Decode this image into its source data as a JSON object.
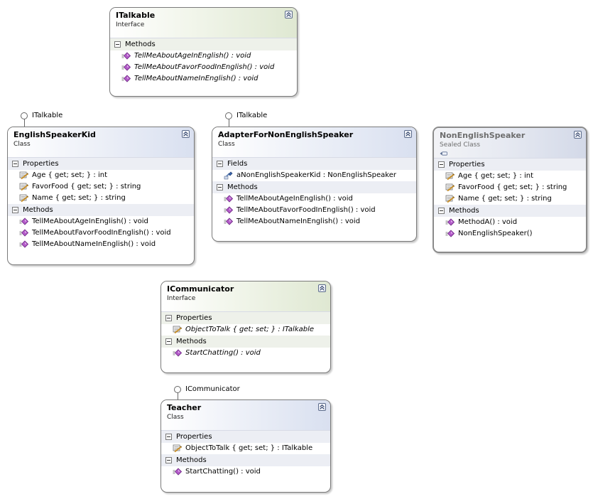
{
  "shapes": {
    "italkable": {
      "name": "ITalkable",
      "kind": "Interface",
      "methods_label": "Methods",
      "methods": [
        "TellMeAboutAgeInEnglish() : void",
        "TellMeAboutFavorFoodInEnglish() : void",
        "TellMeAboutNameInEnglish() : void"
      ]
    },
    "english_speaker_kid": {
      "name": "EnglishSpeakerKid",
      "kind": "Class",
      "lollipop": "ITalkable",
      "properties_label": "Properties",
      "properties": [
        "Age { get; set; } : int",
        "FavorFood { get; set; } : string",
        "Name { get; set; } : string"
      ],
      "methods_label": "Methods",
      "methods": [
        "TellMeAboutAgeInEnglish() : void",
        "TellMeAboutFavorFoodInEnglish() : void",
        "TellMeAboutNameInEnglish() : void"
      ]
    },
    "adapter": {
      "name": "AdapterForNonEnglishSpeaker",
      "kind": "Class",
      "lollipop": "ITalkable",
      "fields_label": "Fields",
      "fields": [
        "aNonEnglishSpeakerKid : NonEnglishSpeaker"
      ],
      "methods_label": "Methods",
      "methods": [
        "TellMeAboutAgeInEnglish() : void",
        "TellMeAboutFavorFoodInEnglish() : void",
        "TellMeAboutNameInEnglish() : void"
      ]
    },
    "non_english_speaker": {
      "name": "NonEnglishSpeaker",
      "kind": "Sealed Class",
      "properties_label": "Properties",
      "properties": [
        "Age { get; set; } : int",
        "FavorFood { get; set; } : string",
        "Name { get; set; } : string"
      ],
      "methods_label": "Methods",
      "methods": [
        "MethodA() : void",
        "NonEnglishSpeaker()"
      ]
    },
    "icommunicator": {
      "name": "ICommunicator",
      "kind": "Interface",
      "properties_label": "Properties",
      "properties": [
        "ObjectToTalk { get; set; } : ITalkable"
      ],
      "methods_label": "Methods",
      "methods": [
        "StartChatting() : void"
      ]
    },
    "teacher": {
      "name": "Teacher",
      "kind": "Class",
      "lollipop": "ICommunicator",
      "properties_label": "Properties",
      "properties": [
        "ObjectToTalk { get; set; } : ITalkable"
      ],
      "methods_label": "Methods",
      "methods": [
        "StartChatting() : void"
      ]
    }
  },
  "icons": {
    "collapse": "double-chevron-up-icon",
    "property": "property-icon",
    "method": "method-icon",
    "field": "field-icon",
    "section_toggle": "minus-box-icon",
    "lollipop": "interface-lollipop-icon",
    "sealed": "sealed-class-icon"
  },
  "colors": {
    "border": "#7a7a7a",
    "section_bg": "#eceef4",
    "method_icon": "#a44ab8",
    "property_icon": "#d9a541"
  }
}
